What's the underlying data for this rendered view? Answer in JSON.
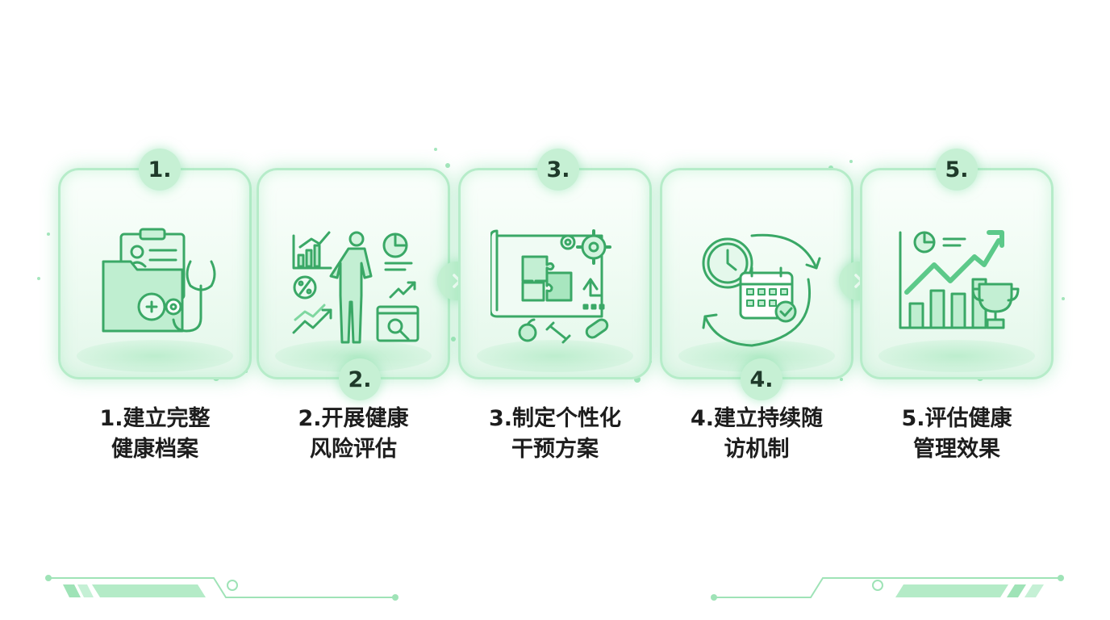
{
  "steps": [
    {
      "badge": "1.",
      "line1": "1.建立完整",
      "line2": "健康档案",
      "icon": "medical-folder-stethoscope-icon"
    },
    {
      "badge": "2.",
      "line1": "2.开展健康",
      "line2": "风险评估",
      "icon": "body-analysis-charts-icon"
    },
    {
      "badge": "3.",
      "line1": "3.制定个性化",
      "line2": "干预方案",
      "icon": "plan-puzzle-gears-icon"
    },
    {
      "badge": "4.",
      "line1": "4.建立持续随",
      "line2": "访机制",
      "icon": "clock-calendar-cycle-icon"
    },
    {
      "badge": "5.",
      "line1": "5.评估健康",
      "line2": "管理效果",
      "icon": "growth-chart-trophy-icon"
    }
  ],
  "colors": {
    "accent": "#3fbf74",
    "card_border": "#b6ecc9",
    "badge_fill": "#c6f0d4",
    "text": "#1d1d1d"
  }
}
